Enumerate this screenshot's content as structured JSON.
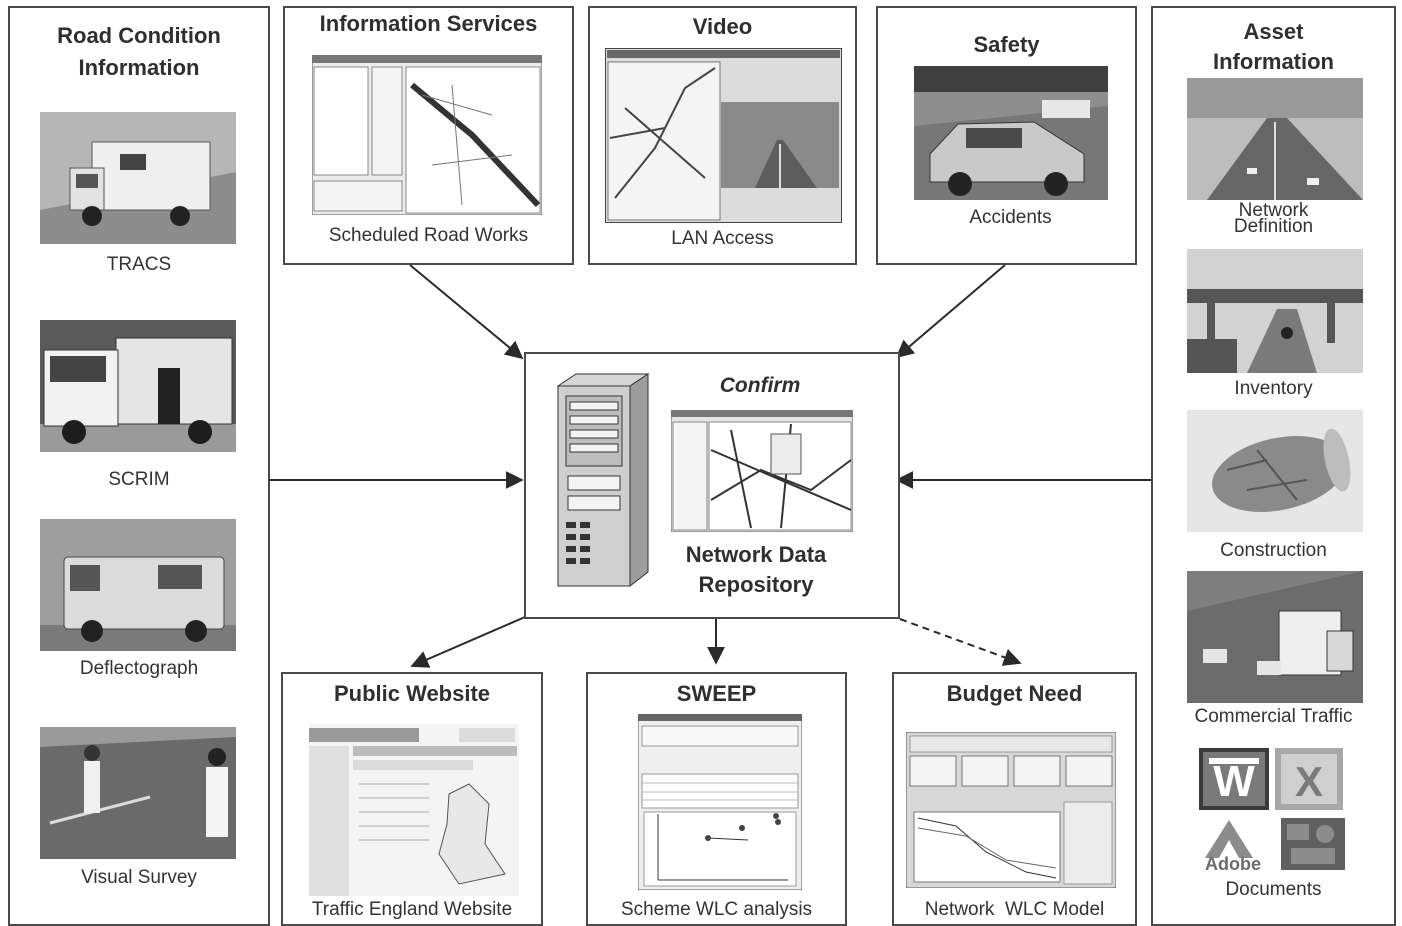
{
  "left_panel": {
    "title_line1": "Road Condition",
    "title_line2": "Information",
    "items": [
      {
        "caption": "TRACS"
      },
      {
        "caption": "SCRIM"
      },
      {
        "caption": "Deflectograph"
      },
      {
        "caption": "Visual Survey"
      }
    ]
  },
  "top_panels": {
    "info_services": {
      "title": "Information Services",
      "caption": "Scheduled Road Works"
    },
    "video": {
      "title": "Video",
      "caption": "LAN Access"
    },
    "safety": {
      "title": "Safety",
      "caption": "Accidents"
    }
  },
  "right_panel": {
    "title_line1": "Asset",
    "title_line2": "Information",
    "items": [
      {
        "caption_line1": "Network",
        "caption_line2": "Definition"
      },
      {
        "caption_line1": "Inventory"
      },
      {
        "caption_line1": "Construction"
      },
      {
        "caption_line1": "Commercial Traffic"
      },
      {
        "caption_line1": "Documents"
      }
    ],
    "adobe_label": "Adobe"
  },
  "center": {
    "app_name": "Confirm",
    "label_line1": "Network Data",
    "label_line2": "Repository"
  },
  "bottom_panels": {
    "public_website": {
      "title": "Public Website",
      "caption": "Traffic England Website"
    },
    "sweep": {
      "title": "SWEEP",
      "caption": "Scheme WLC analysis"
    },
    "budget_need": {
      "title": "Budget Need",
      "caption": "Network  WLC Model"
    }
  },
  "colors": {
    "border": "#4a4a4a",
    "photo_bg": "#8a8a8a",
    "text": "#2f2f2f"
  }
}
